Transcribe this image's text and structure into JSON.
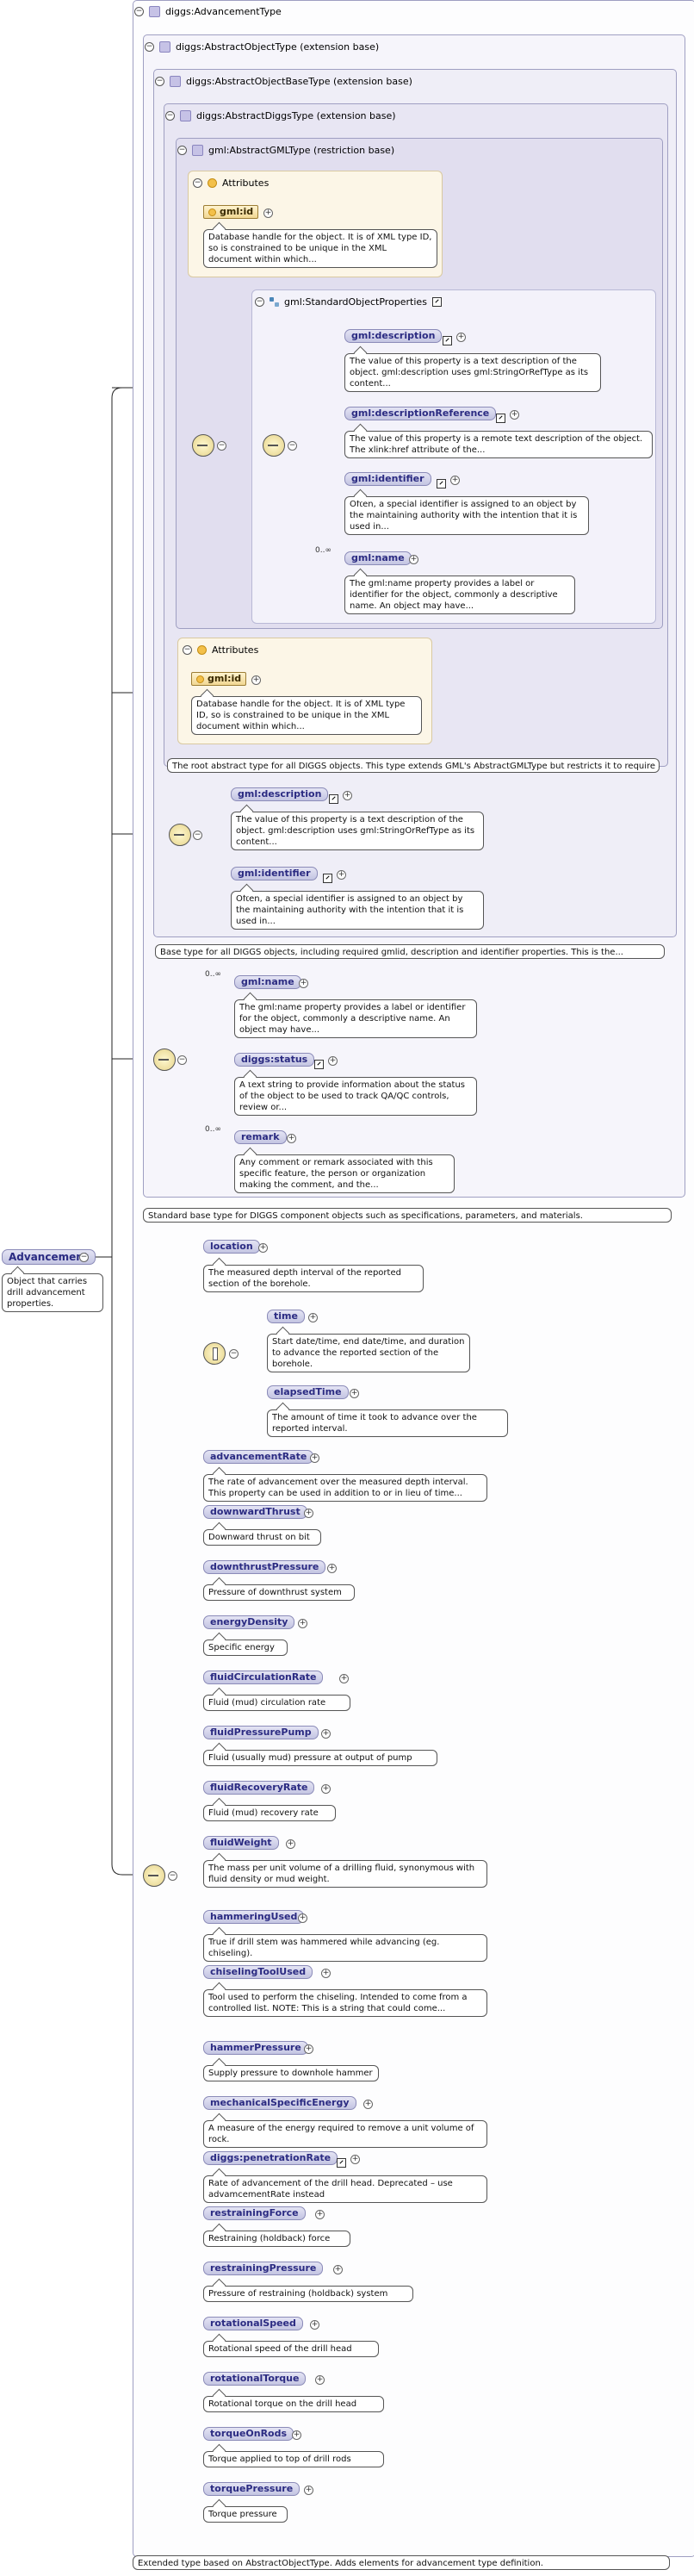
{
  "root": {
    "name": "Advancement",
    "doc": "Object that carries drill advancement properties."
  },
  "type_header": "diggs:AdvancementType",
  "type_doc": "Extended type based on AbstractObjectType. Adds elements for advancement type definition.",
  "frames": {
    "abstract_object": {
      "title": "diggs:AbstractObjectType (extension base)",
      "doc": "Standard base type for DIGGS component objects such as specifications, parameters, and materials."
    },
    "abstract_object_base": {
      "title": "diggs:AbstractObjectBaseType (extension base)",
      "doc": "Base type for all DIGGS objects, including required gmlid, description and identifier properties. This is the..."
    },
    "abstract_diggs": {
      "title": "diggs:AbstractDiggsType (extension base)",
      "doc": "The root abstract type for all DIGGS objects. This type extends GML's AbstractGMLType but restricts it to require a..."
    },
    "abstract_gml": {
      "title": "gml:AbstractGMLType (restriction base)"
    }
  },
  "attributes_label": "Attributes",
  "gml_id": {
    "name": "gml:id",
    "doc": "Database handle for the object. It is of XML type ID, so is constrained to be unique in the XML document within which..."
  },
  "std_props": {
    "title": "gml:StandardObjectProperties",
    "items": [
      {
        "name": "gml:description",
        "doc": "The value of this property is a text description of the object. gml:description uses gml:StringOrRefType as its content..."
      },
      {
        "name": "gml:descriptionReference",
        "doc": "The value of this property is a remote text description of the object. The xlink:href attribute of the..."
      },
      {
        "name": "gml:identifier",
        "doc": "Often, a special identifier is assigned to an object by the maintaining authority with the intention that it is used in..."
      },
      {
        "name": "gml:name",
        "card": "0..∞",
        "doc": "The gml:name property provides a label or identifier for the object, commonly a descriptive name. An object may have..."
      }
    ]
  },
  "base_seq": [
    {
      "name": "gml:description",
      "doc": "The value of this property is a text description of the object. gml:description uses gml:StringOrRefType as its content..."
    },
    {
      "name": "gml:identifier",
      "doc": "Often, a special identifier is assigned to an object by the maintaining authority with the intention that it is used in..."
    }
  ],
  "obj_seq": [
    {
      "name": "gml:name",
      "card": "0..∞",
      "doc": "The gml:name property provides a label or identifier for the object, commonly a descriptive name. An object may have..."
    },
    {
      "name": "diggs:status",
      "doc": "A text string to provide information about the status of the object to be used to track QA/QC controls, review or..."
    },
    {
      "name": "remark",
      "card": "0..∞",
      "doc": "Any comment or remark associated with this specific feature, the person or organization making the comment, and the..."
    }
  ],
  "location": {
    "name": "location",
    "doc": "The measured depth interval of the reported section of the borehole."
  },
  "choice_items": [
    {
      "name": "time",
      "doc": "Start date/time, end date/time, and duration to advance the reported section of the borehole."
    },
    {
      "name": "elapsedTime",
      "doc": "The amount of time it took to advance over the reported interval."
    }
  ],
  "adv_items": [
    {
      "name": "advancementRate",
      "doc": "The rate of advancement over the measured depth interval. This property can be used in addition to or in lieu of time..."
    },
    {
      "name": "downwardThrust",
      "doc": "Downward thrust on bit"
    },
    {
      "name": "downthrustPressure",
      "doc": "Pressure of downthrust system"
    },
    {
      "name": "energyDensity",
      "doc": "Specific energy"
    },
    {
      "name": "fluidCirculationRate",
      "doc": "Fluid (mud) circulation rate"
    },
    {
      "name": "fluidPressurePump",
      "doc": "Fluid (usually mud) pressure at output of pump"
    },
    {
      "name": "fluidRecoveryRate",
      "doc": "Fluid (mud) recovery rate"
    },
    {
      "name": "fluidWeight",
      "doc": "The mass per unit volume of a drilling fluid, synonymous with fluid density or mud weight."
    },
    {
      "name": "hammeringUsed",
      "doc": "True if drill stem was hammered while advancing (eg. chiseling)."
    },
    {
      "name": "chiselingToolUsed",
      "doc": "Tool used to perform the chiseling. Intended to come from a controlled list. NOTE: This is a string that could come..."
    },
    {
      "name": "hammerPressure",
      "doc": "Supply pressure to downhole hammer"
    },
    {
      "name": "mechanicalSpecificEnergy",
      "doc": "A measure of the energy required to remove a unit volume of rock."
    },
    {
      "name": "diggs:penetrationRate",
      "doc": "Rate of advancement of the drill head. Deprecated – use advamcementRate instead"
    },
    {
      "name": "restrainingForce",
      "doc": "Restraining (holdback) force"
    },
    {
      "name": "restrainingPressure",
      "doc": "Pressure of restraining (holdback) system"
    },
    {
      "name": "rotationalSpeed",
      "doc": "Rotational speed of the drill head"
    },
    {
      "name": "rotationalTorque",
      "doc": "Rotational torque on the drill head"
    },
    {
      "name": "torqueOnRods",
      "doc": "Torque applied to top of drill rods"
    },
    {
      "name": "torquePressure",
      "doc": "Torque pressure"
    }
  ]
}
